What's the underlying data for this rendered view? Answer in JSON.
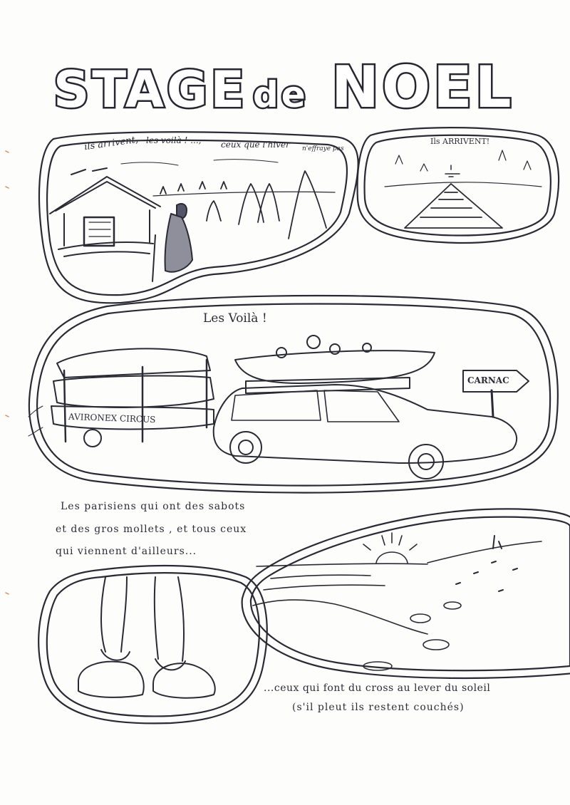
{
  "title": {
    "word1": "STAGE",
    "word2": "de",
    "word3": "NOEL"
  },
  "panel1": {
    "caption_a": "ils arrivent,",
    "caption_b": "les voilà ! ...,",
    "caption_c": "ceux que l'hiver",
    "caption_d": "n'effraye pas"
  },
  "panel2": {
    "caption": "Ils ARRIVENT!"
  },
  "panel3": {
    "caption": "Les Voilà !",
    "trailer_text": "AVIRONEX CIRCUS",
    "sign": "CARNAC"
  },
  "text_block": {
    "line1": "Les parisiens qui ont des sabots",
    "line2": "et des gros mollets , et tous ceux",
    "line3": "qui viennent d'ailleurs..."
  },
  "bottom_caption": {
    "line1": "...ceux qui font du cross au lever du soleil",
    "line2": "(s'il pleut ils restent couchés)"
  }
}
